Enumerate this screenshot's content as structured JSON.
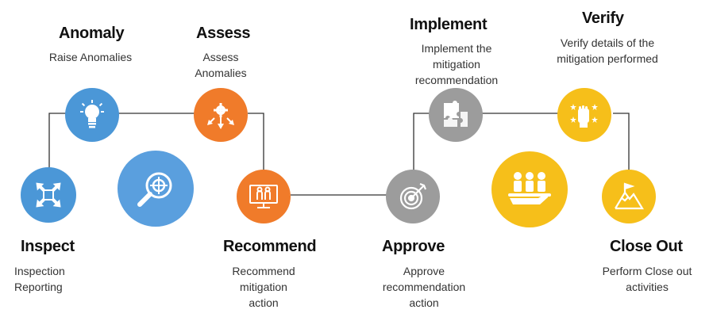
{
  "colors": {
    "blue": "#4b97d7",
    "blue_large": "#5a9fde",
    "orange": "#f07b2a",
    "gray": "#9c9c9c",
    "yellow": "#f6bf1a",
    "line": "#333333"
  },
  "steps": [
    {
      "title": "Inspect",
      "desc": [
        "Inspection",
        "Reporting"
      ],
      "icon": "arrows-cross-icon",
      "color": "blue"
    },
    {
      "title": "Anomaly",
      "desc": [
        "Raise Anomalies"
      ],
      "icon": "lightbulb-icon",
      "color": "blue"
    },
    {
      "title": "Assess",
      "desc": [
        "Assess",
        "Anomalies"
      ],
      "icon": "gear-arrows-icon",
      "color": "orange"
    },
    {
      "title": "Recommend",
      "desc": [
        "Recommend",
        "mitigation",
        "action"
      ],
      "icon": "presentation-icon",
      "color": "orange"
    },
    {
      "title": "Approve",
      "desc": [
        "Approve",
        "recommendation",
        "action"
      ],
      "icon": "target-icon",
      "color": "gray"
    },
    {
      "title": "Implement",
      "desc": [
        "Implement the",
        "mitigation",
        "recommendation"
      ],
      "icon": "puzzle-icon",
      "color": "gray"
    },
    {
      "title": "Verify",
      "desc": [
        "Verify details of the",
        "mitigation performed"
      ],
      "icon": "fist-stars-icon",
      "color": "yellow"
    },
    {
      "title": "Close Out",
      "desc": [
        "Perform Close out",
        "activities"
      ],
      "icon": "mountain-flag-icon",
      "color": "yellow"
    }
  ],
  "hubs": [
    {
      "icon": "magnifier-target-icon",
      "color": "blue_large"
    },
    {
      "icon": "team-hand-icon",
      "color": "yellow"
    }
  ]
}
